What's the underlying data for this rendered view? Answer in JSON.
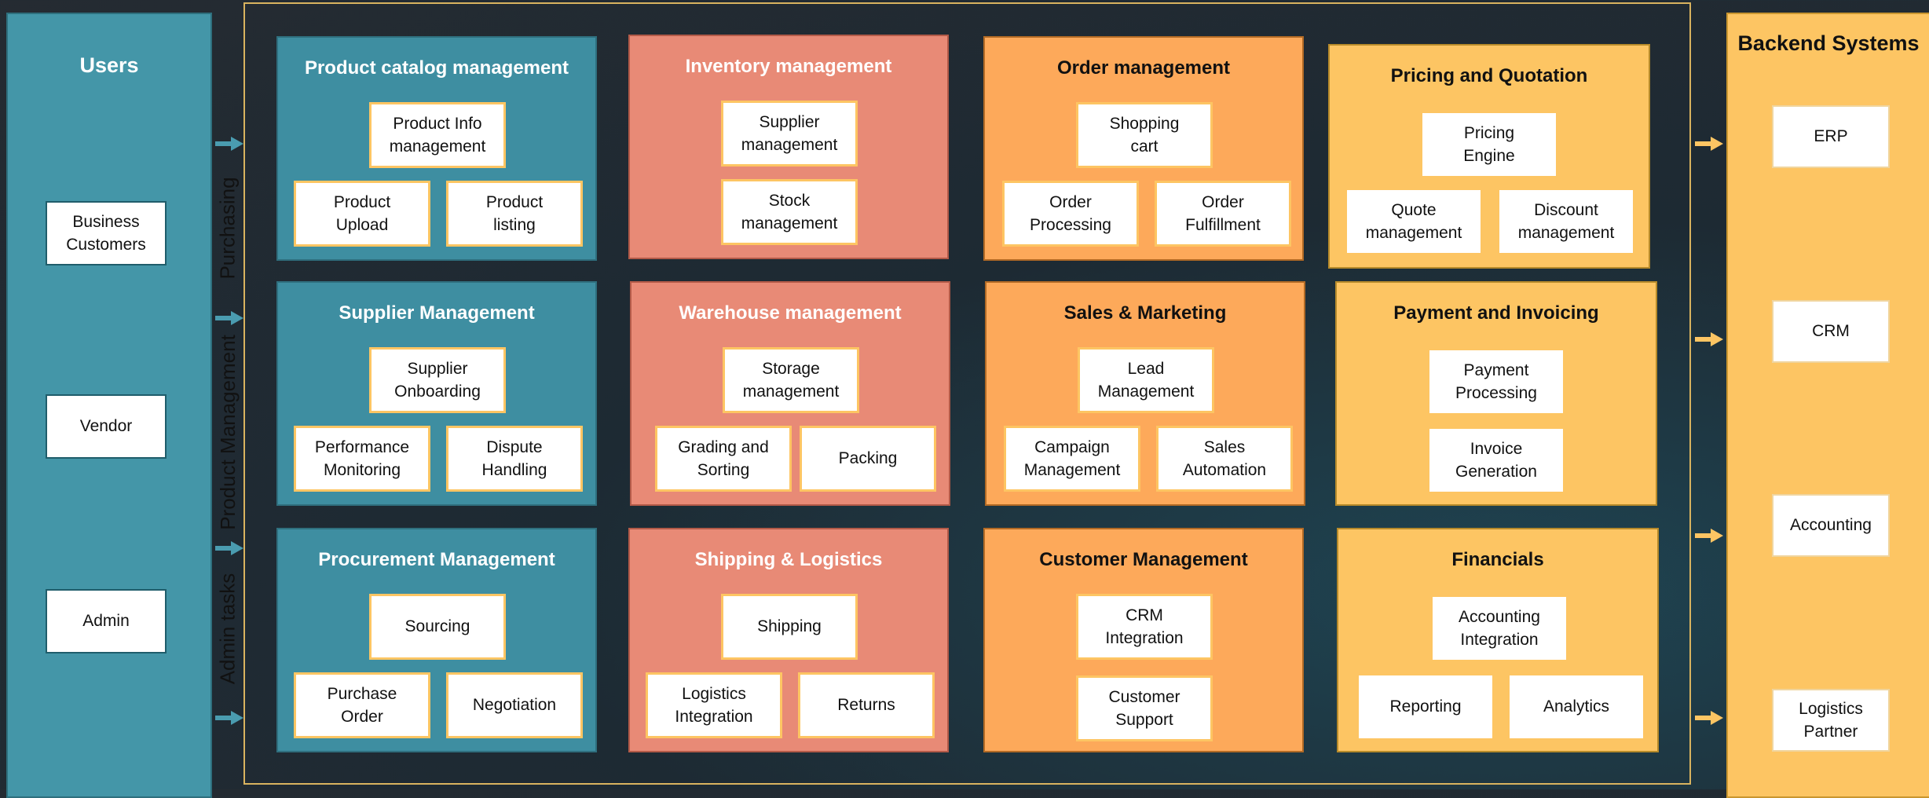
{
  "users": {
    "title": "Users",
    "items": [
      "Business\nCustomers",
      "Vendor",
      "Admin"
    ]
  },
  "side_labels": [
    "Purchasing",
    "Product Management",
    "Admin tasks"
  ],
  "modules": [
    {
      "title": "Product catalog management",
      "items": [
        "Product Info\nmanagement",
        "Product\nUpload",
        "Product\nlisting"
      ]
    },
    {
      "title": "Inventory management",
      "items": [
        "Supplier\nmanagement",
        "Stock\nmanagement"
      ]
    },
    {
      "title": "Order management",
      "items": [
        "Shopping\ncart",
        "Order\nProcessing",
        "Order\nFulfillment"
      ]
    },
    {
      "title": "Pricing and Quotation",
      "items": [
        "Pricing\nEngine",
        "Quote\nmanagement",
        "Discount\nmanagement"
      ]
    },
    {
      "title": "Supplier Management",
      "items": [
        "Supplier\nOnboarding",
        "Performance\nMonitoring",
        "Dispute\nHandling"
      ]
    },
    {
      "title": "Warehouse management",
      "items": [
        "Storage\nmanagement",
        "Grading and\nSorting",
        "Packing"
      ]
    },
    {
      "title": "Sales & Marketing",
      "items": [
        "Lead\nManagement",
        "Campaign\nManagement",
        "Sales\nAutomation"
      ]
    },
    {
      "title": "Payment and Invoicing",
      "items": [
        "Payment\nProcessing",
        "Invoice\nGeneration"
      ]
    },
    {
      "title": "Procurement Management",
      "items": [
        "Sourcing",
        "Purchase\nOrder",
        "Negotiation"
      ]
    },
    {
      "title": "Shipping & Logistics",
      "items": [
        "Shipping",
        "Logistics\nIntegration",
        "Returns"
      ]
    },
    {
      "title": "Customer Management",
      "items": [
        "CRM\nIntegration",
        "Customer\nSupport"
      ]
    },
    {
      "title": "Financials",
      "items": [
        "Accounting\nIntegration",
        "Reporting",
        "Analytics"
      ]
    }
  ],
  "backend": {
    "title": "Backend Systems",
    "items": [
      "ERP",
      "CRM",
      "Accounting",
      "Logistics\nPartner"
    ]
  },
  "colors": {
    "blue": "#3e8ea1",
    "salmon": "#e88a76",
    "orange": "#fda95a",
    "yellow": "#fdc563",
    "arrow_left": "#4a9cb0",
    "arrow_right": "#fdc563"
  }
}
